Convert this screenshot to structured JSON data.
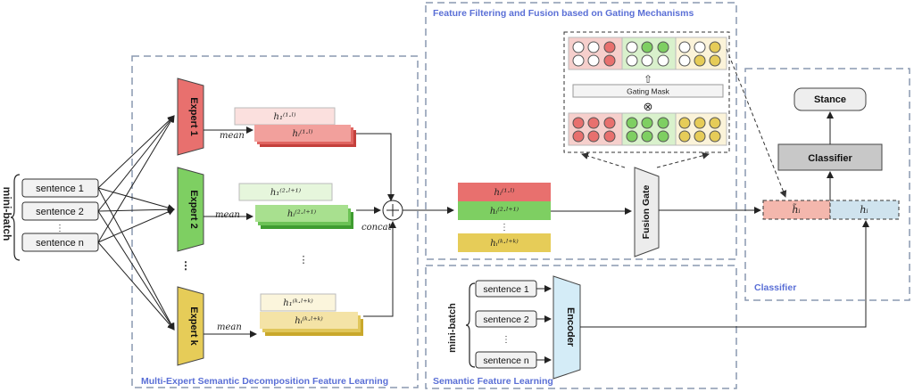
{
  "sections": {
    "multi_expert": "Multi-Expert Semantic Decomposition Feature Learning",
    "fusion": "Feature Filtering and Fusion based on Gating Mechanisms",
    "semantic": "Semantic Feature Learning",
    "classifier": "Classifier"
  },
  "minibatch": {
    "label": "mini-batch",
    "sentences": [
      "sentence 1",
      "sentence 2",
      "sentence n"
    ],
    "dots": "⋮"
  },
  "experts": {
    "labels": [
      "Expert 1",
      "Expert 2",
      "Expert k"
    ],
    "dots": "⋮",
    "colors": [
      "#e8706e",
      "#7ecf62",
      "#e6cc58"
    ]
  },
  "stacks": {
    "mean": "mean",
    "top_labels": [
      "h₁⁽¹·ˡ⁾",
      "h₁⁽²·ˡ⁺¹⁾",
      "h₁⁽ᵏ·ˡ⁺ᵏ⁾"
    ],
    "bottom_labels": [
      "hᵢ⁽¹·ˡ⁾",
      "hᵢ⁽²·ˡ⁺¹⁾",
      "hᵢ⁽ᵏ·ˡ⁺ᵏ⁾"
    ],
    "dots": "⋮"
  },
  "concat": "concat",
  "fusion": {
    "rows": [
      "hᵢ⁽¹·ˡ⁾",
      "hᵢ⁽²·ˡ⁺¹⁾",
      "hᵢ⁽ᵏ·ˡ⁺ᵏ⁾"
    ],
    "dots": "⋮",
    "gate": "Fusion Gate",
    "gating_mask": "Gating Mask",
    "otimes": "⊗",
    "up_arrow": "⇧"
  },
  "semantic": {
    "label": "mini-batch",
    "sentences": [
      "sentence 1",
      "sentence 2",
      "sentence n"
    ],
    "dots": "⋮",
    "encoder": "Encoder"
  },
  "classifier": {
    "stance": "Stance",
    "classifier": "Classifier",
    "h_tilde": "h̃ᵢ",
    "h": "hᵢ"
  },
  "colors": {
    "red": "#e8706e",
    "green": "#7ecf62",
    "yellow": "#e6cc58",
    "section_title": "#5a6fd6",
    "encoder_fill": "#d4ecf7"
  }
}
